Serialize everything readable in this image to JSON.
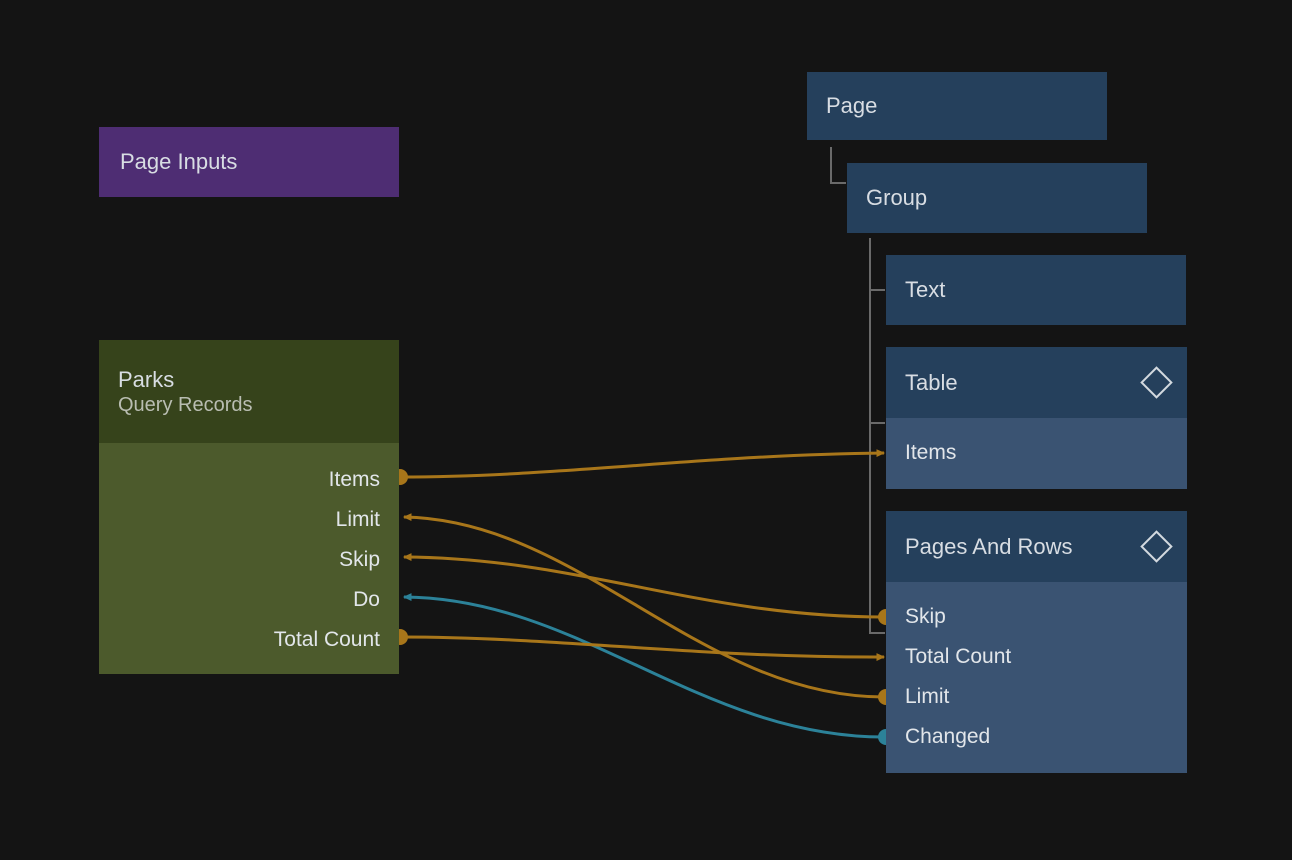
{
  "canvas": {
    "background": "#141414",
    "wire_color": "#a8761a",
    "wire_color_exec": "#2c8299",
    "tree_line_color": "#6a6a6a"
  },
  "nodes": {
    "page_inputs": {
      "title": "Page Inputs",
      "color": "#4e2d73"
    },
    "page": {
      "title": "Page",
      "color": "#25405c"
    },
    "group": {
      "title": "Group",
      "color": "#25405c"
    },
    "text": {
      "title": "Text",
      "color": "#25405c"
    },
    "table": {
      "title": "Table",
      "header_color": "#25405c",
      "body_color": "#3a5372",
      "badge_icon": "diamond-icon",
      "ports": [
        {
          "label": "Items",
          "marker": "arrow-in",
          "color": "#a8761a"
        }
      ]
    },
    "pages_and_rows": {
      "title": "Pages And Rows",
      "header_color": "#25405c",
      "body_color": "#3a5372",
      "badge_icon": "diamond-icon",
      "ports": [
        {
          "label": "Skip",
          "marker": "dot-out",
          "color": "#a8761a"
        },
        {
          "label": "Total Count",
          "marker": "arrow-in",
          "color": "#a8761a"
        },
        {
          "label": "Limit",
          "marker": "dot-out",
          "color": "#a8761a"
        },
        {
          "label": "Changed",
          "marker": "dot-out",
          "color": "#2c8299"
        }
      ]
    },
    "parks": {
      "title": "Parks",
      "subtitle": "Query Records",
      "header_color": "#36431b",
      "body_color": "#4c5a2c",
      "ports": [
        {
          "label": "Items",
          "marker": "dot-out",
          "color": "#a8761a"
        },
        {
          "label": "Limit",
          "marker": "arrow-in",
          "color": "#a8761a"
        },
        {
          "label": "Skip",
          "marker": "arrow-in",
          "color": "#a8761a"
        },
        {
          "label": "Do",
          "marker": "arrow-in",
          "color": "#2c8299"
        },
        {
          "label": "Total Count",
          "marker": "dot-out",
          "color": "#a8761a"
        }
      ]
    }
  },
  "connections": [
    {
      "from": "parks.Items",
      "to": "table.Items",
      "color": "#a8761a"
    },
    {
      "from": "pages_and_rows.Limit",
      "to": "parks.Limit",
      "color": "#a8761a"
    },
    {
      "from": "pages_and_rows.Skip",
      "to": "parks.Skip",
      "color": "#a8761a"
    },
    {
      "from": "pages_and_rows.Changed",
      "to": "parks.Do",
      "color": "#2c8299"
    },
    {
      "from": "parks.Total Count",
      "to": "pages_and_rows.Total Count",
      "color": "#a8761a"
    }
  ],
  "tree": {
    "root": "Page",
    "children": [
      "Group"
    ],
    "grandchildren": [
      "Text",
      "Table",
      "Pages And Rows"
    ]
  }
}
